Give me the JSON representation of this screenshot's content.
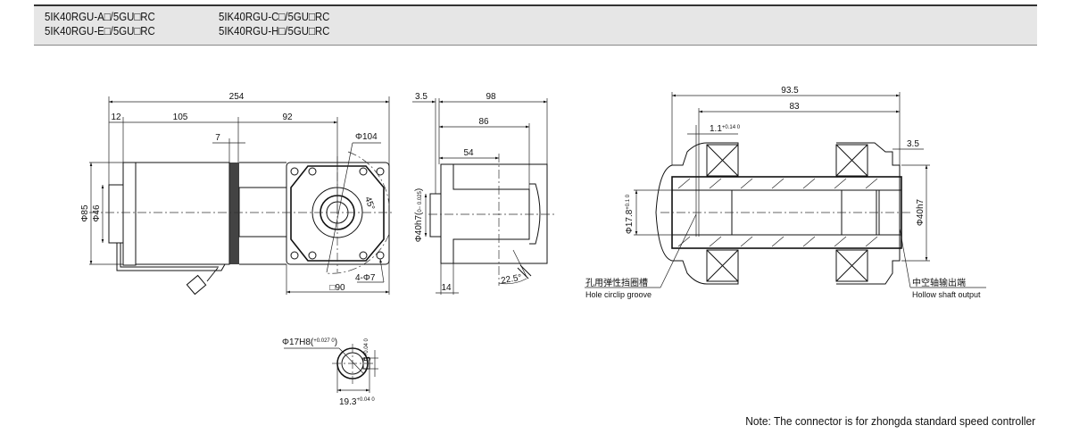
{
  "header": {
    "models": [
      "5IK40RGU-A□/5GU□RC",
      "5IK40RGU-C□/5GU□RC",
      "5IK40RGU-E□/5GU□RC",
      "5IK40RGU-H□/5GU□RC"
    ]
  },
  "front_view": {
    "overall": "254",
    "d12": "12",
    "d105": "105",
    "d92": "92",
    "d7": "7",
    "phi85": "Φ85",
    "phi46": "Φ46",
    "phi104": "Φ104",
    "angle45": "45°",
    "holes": "4-Φ7",
    "square": "□90"
  },
  "side_view": {
    "d3_5": "3.5",
    "d98": "98",
    "d86": "86",
    "d54": "54",
    "d14": "14",
    "phi40": "Φ40h7(",
    "phi40_tol": "0− 0.025",
    "phi40_close": ")",
    "angle": "22.5°"
  },
  "section_view": {
    "d93_5": "93.5",
    "d83": "83",
    "d1_1": "1.1",
    "d1_1_tol": "+0.14 0",
    "d3_5": "3.5",
    "phi17_8": "Φ17.8",
    "phi17_8_tol": "+0.1 0",
    "phi40": "Φ40h7",
    "groove_cn": "孔用弹性挡圈槽",
    "groove_en": "Hole circlip groove",
    "output_cn": "中空轴输出端",
    "output_en": "Hollow shaft output"
  },
  "bore_view": {
    "phi17": "Φ17H8(",
    "phi17_tol": "+0.027 0",
    "phi17_close": ")",
    "key": "5",
    "key_tol": "+0.04 0",
    "d19_3": "19.3",
    "d19_3_tol": "+0.04 0"
  },
  "note": "Note: The connector is for zhongda standard speed controller"
}
